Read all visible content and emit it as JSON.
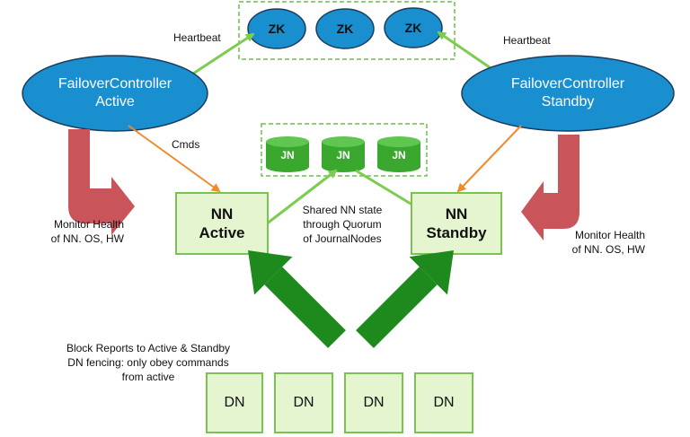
{
  "zk_nodes": [
    "ZK",
    "ZK",
    "ZK"
  ],
  "jn_nodes": [
    "JN",
    "JN",
    "JN"
  ],
  "dn_nodes": [
    "DN",
    "DN",
    "DN",
    "DN"
  ],
  "failover_active": {
    "line1": "FailoverController",
    "line2": "Active"
  },
  "failover_standby": {
    "line1": "FailoverController",
    "line2": "Standby"
  },
  "nn_active": {
    "line1": "NN",
    "line2": "Active"
  },
  "nn_standby": {
    "line1": "NN",
    "line2": "Standby"
  },
  "labels": {
    "heartbeat_left": "Heartbeat",
    "heartbeat_right": "Heartbeat",
    "cmds": "Cmds",
    "monitor_left": [
      "Monitor Health",
      "of NN. OS, HW"
    ],
    "monitor_right": [
      "Monitor Health",
      "of NN. OS, HW"
    ],
    "shared_state": [
      "Shared NN state",
      "through Quorum",
      "of JournalNodes"
    ],
    "block_reports": [
      "Block Reports to Active & Standby",
      "DN fencing: only obey commands",
      "from active"
    ]
  },
  "colors": {
    "ellipse_fill": "#1a8fd0",
    "node_box_fill": "#e4f5cf",
    "node_box_border": "#7cc250",
    "jn_fill": "#3aa82f",
    "dashed_border": "#6cc04a",
    "green_arrow": "#1e8a1e",
    "light_green_line": "#7ccd4f",
    "orange_line": "#f08a2c",
    "red_arrow": "#c9545a"
  }
}
